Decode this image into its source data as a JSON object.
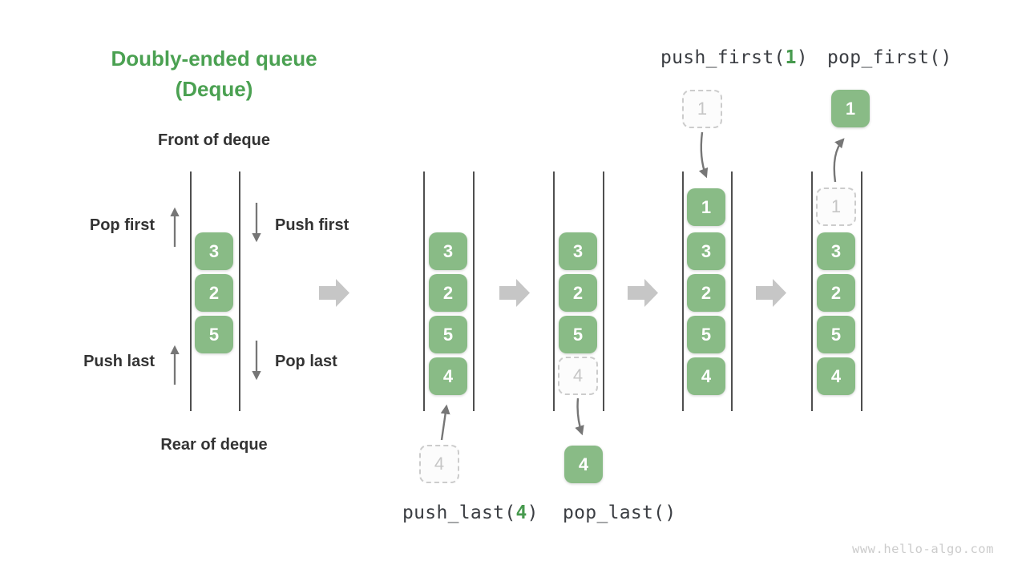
{
  "page": {
    "background": "#ffffff",
    "watermark": "www.hello-algo.com"
  },
  "title": {
    "line1": "Doubly-ended queue",
    "line2": "(Deque)"
  },
  "labels": {
    "front": "Front of deque",
    "rear": "Rear of deque",
    "pop_first": "Pop first",
    "push_first": "Push first",
    "push_last": "Push last",
    "pop_last": "Pop last"
  },
  "operations": {
    "push_first": {
      "prefix": "push_first(",
      "arg": "1",
      "suffix": ")"
    },
    "pop_first": {
      "label": "pop_first()"
    },
    "push_last": {
      "prefix": "push_last(",
      "arg": "4",
      "suffix": ")"
    },
    "pop_last": {
      "label": "pop_last()"
    }
  },
  "initial_deque": {
    "items": [
      "3",
      "2",
      "5"
    ]
  },
  "states": [
    {
      "operation": "push_last(4)",
      "cells": [
        {
          "value": "3",
          "style": "filled"
        },
        {
          "value": "2",
          "style": "filled"
        },
        {
          "value": "5",
          "style": "filled"
        },
        {
          "value": "4",
          "style": "filled"
        }
      ]
    },
    {
      "operation": "pop_last()",
      "cells": [
        {
          "value": "3",
          "style": "filled"
        },
        {
          "value": "2",
          "style": "filled"
        },
        {
          "value": "5",
          "style": "filled"
        },
        {
          "value": "4",
          "style": "dashed"
        }
      ]
    },
    {
      "operation": "push_first(1)",
      "cells": [
        {
          "value": "1",
          "style": "filled"
        },
        {
          "value": "3",
          "style": "filled"
        },
        {
          "value": "2",
          "style": "filled"
        },
        {
          "value": "5",
          "style": "filled"
        },
        {
          "value": "4",
          "style": "filled"
        }
      ]
    },
    {
      "operation": "pop_first()",
      "cells": [
        {
          "value": "1",
          "style": "dashed"
        },
        {
          "value": "3",
          "style": "filled"
        },
        {
          "value": "2",
          "style": "filled"
        },
        {
          "value": "5",
          "style": "filled"
        },
        {
          "value": "4",
          "style": "filled"
        }
      ]
    }
  ],
  "floating": {
    "push_last_in": "4",
    "pop_last_out": "4",
    "push_first_in": "1",
    "pop_first_out": "1"
  },
  "colors": {
    "cell_green": "#89bb86",
    "accent_green": "#4ba152",
    "label_text": "#333333",
    "code_text": "#3a3d42",
    "wall_line": "#4f4f4f",
    "thin_arrow": "#767676",
    "block_arrow": "#c6c6c6",
    "dashed_border": "#cccccc",
    "watermark": "#cccccc"
  }
}
